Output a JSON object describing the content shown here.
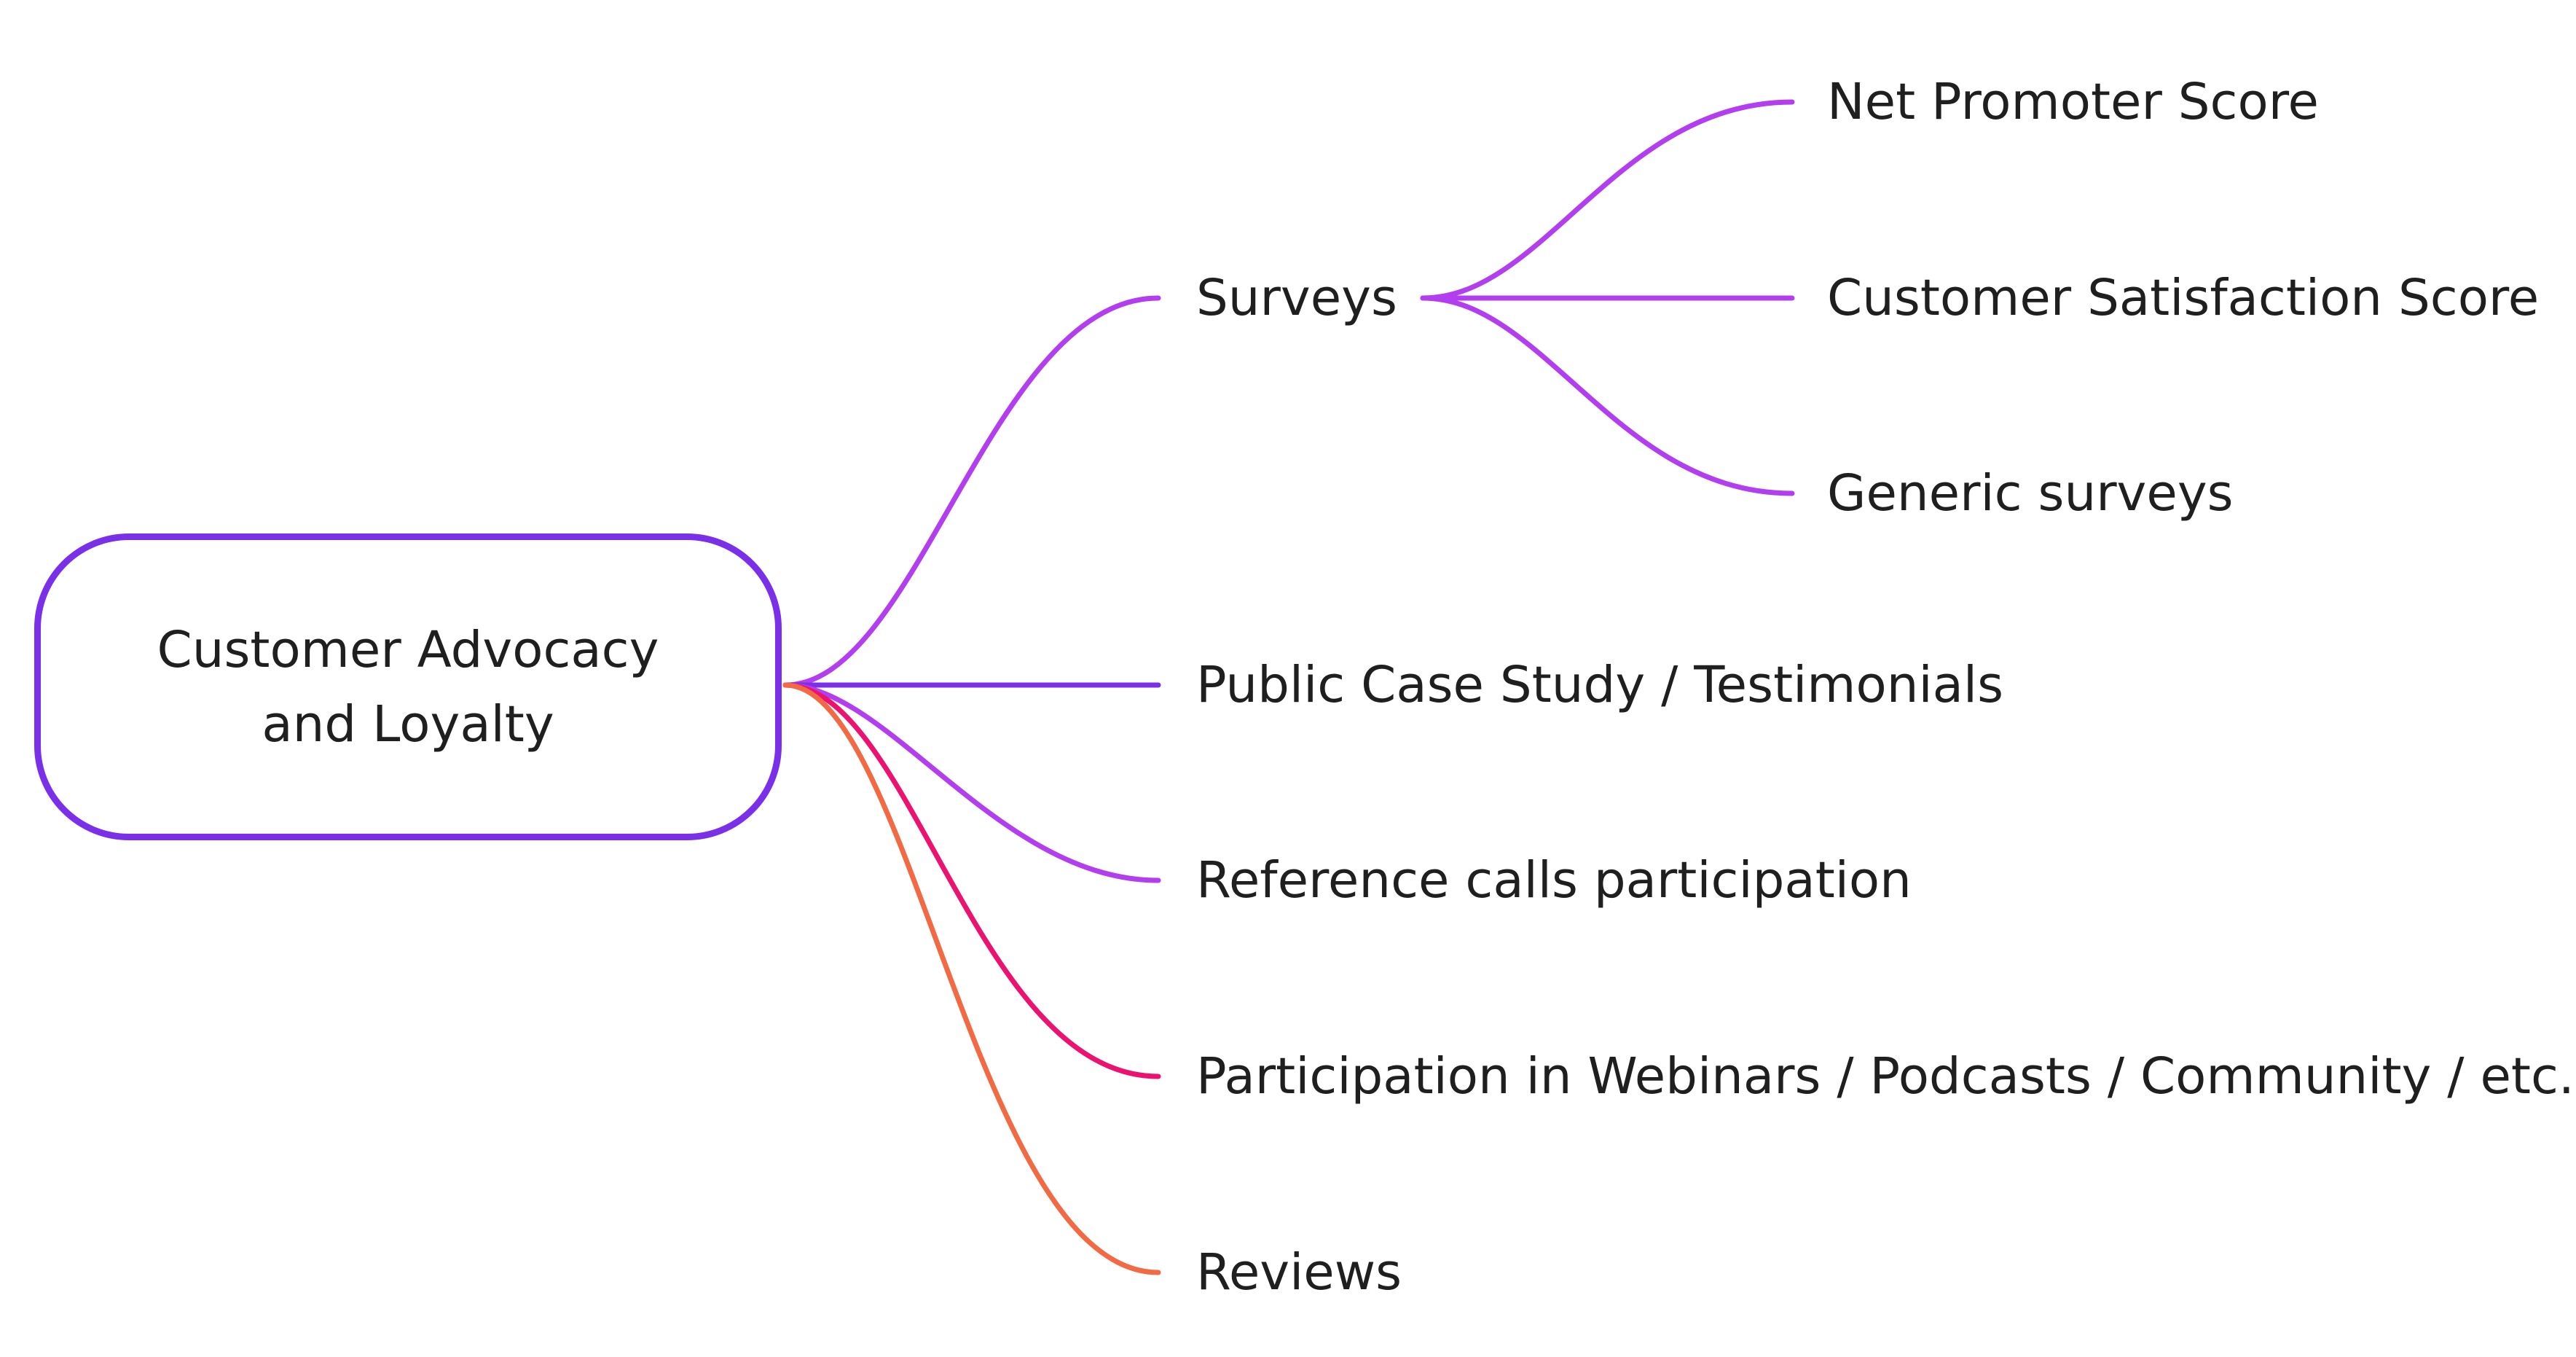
{
  "mindmap": {
    "root": {
      "line1": "Customer Advocacy",
      "line2": "and Loyalty",
      "color": "#7a2fe8"
    },
    "branches": [
      {
        "label": "Surveys",
        "color": "#b23ef0",
        "children": [
          {
            "label": "Net Promoter Score",
            "color": "#b23ef0"
          },
          {
            "label": "Customer Satisfaction Score",
            "color": "#b23ef0"
          },
          {
            "label": "Generic surveys",
            "color": "#b23ef0"
          }
        ]
      },
      {
        "label": "Public Case Study / Testimonials",
        "color": "#7a2fe8"
      },
      {
        "label": "Reference calls participation",
        "color": "#b23ef0"
      },
      {
        "label": "Participation in Webinars / Podcasts / Community / etc.",
        "color": "#ec1270"
      },
      {
        "label": "Reviews",
        "color": "#f26a44"
      }
    ]
  }
}
